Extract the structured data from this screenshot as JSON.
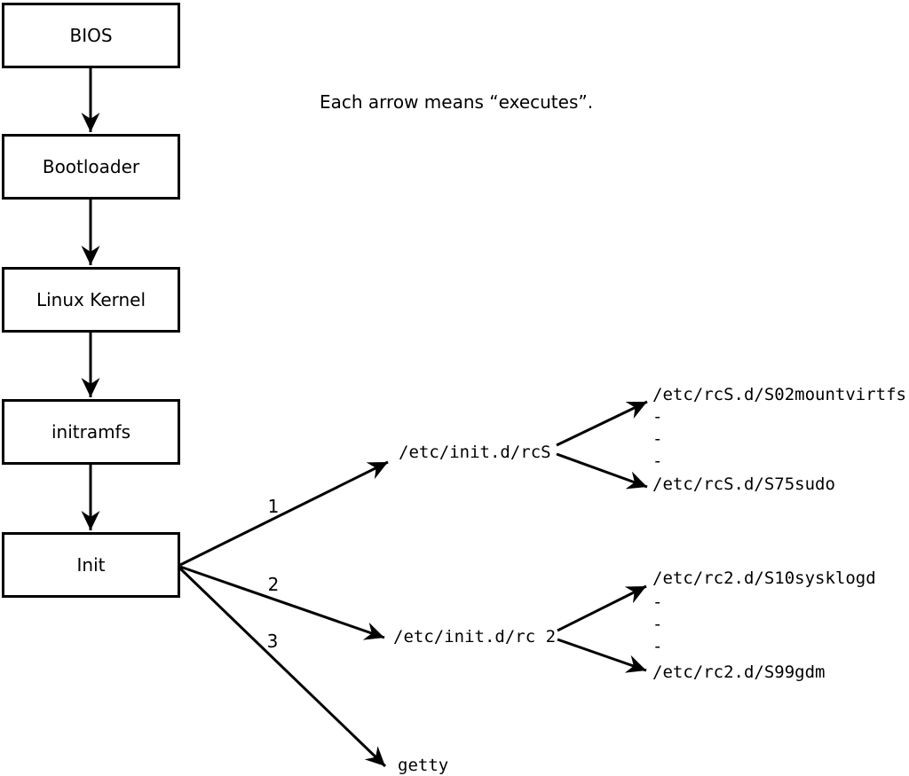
{
  "note": "Each arrow means “executes”.",
  "colors": {
    "ink": "#000000",
    "background": "#ffffff"
  },
  "chain": [
    {
      "label": "BIOS"
    },
    {
      "label": "Bootloader"
    },
    {
      "label": "Linux Kernel"
    },
    {
      "label": "initramfs"
    },
    {
      "label": "Init"
    }
  ],
  "branches": [
    {
      "order": "1",
      "target": "/etc/init.d/rcS",
      "children": [
        "/etc/rcS.d/S02mountvirtfs",
        "-",
        "-",
        "-",
        "/etc/rcS.d/S75sudo"
      ]
    },
    {
      "order": "2",
      "target": "/etc/init.d/rc 2",
      "children": [
        "/etc/rc2.d/S10sysklogd",
        "-",
        "-",
        "-",
        "/etc/rc2.d/S99gdm"
      ]
    },
    {
      "order": "3",
      "target": "getty",
      "children": []
    }
  ]
}
